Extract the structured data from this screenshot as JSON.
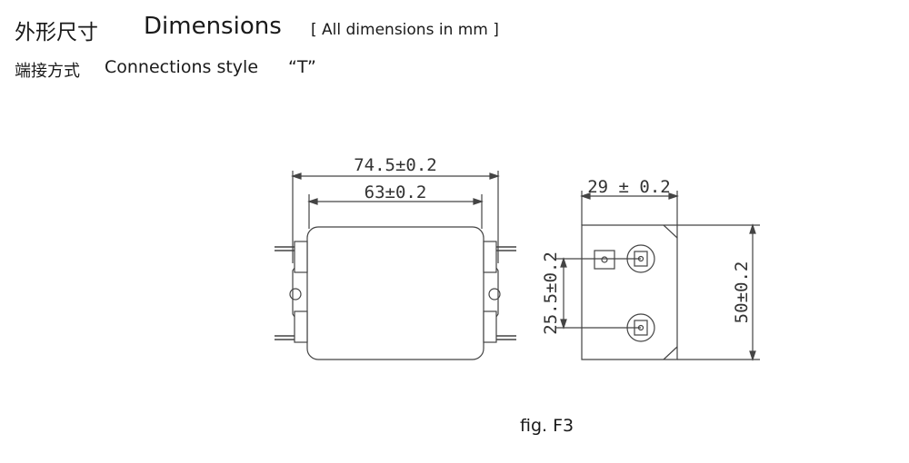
{
  "header": {
    "title_zh": "外形尺寸",
    "title_en": "Dimensions",
    "unit_note": "[ All dimensions in mm ]",
    "connection_zh": "端接方式",
    "connection_en": "Connections style",
    "connection_code": "“T”"
  },
  "drawing": {
    "front_view": {
      "overall_width": "74.5±0.2",
      "body_width": "63±0.2"
    },
    "side_view": {
      "depth": "29 ± 0.2",
      "terminal_spacing": "25.5±0.2",
      "height": "50±0.2"
    },
    "line_color": "#444444",
    "fill_color": "#ffffff"
  },
  "caption": "fig. F3"
}
